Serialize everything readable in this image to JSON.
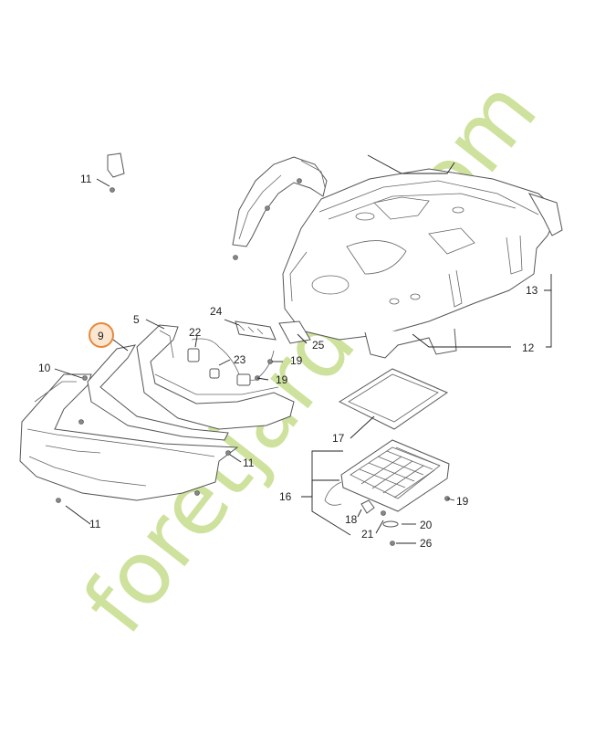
{
  "watermark": {
    "text": "foretjardin.com",
    "color_main": "#c6dd8e",
    "color_dot": "#f2c9a3"
  },
  "highlight": {
    "color": "#e8873a",
    "fill": "#fde6cf"
  },
  "callouts": {
    "c5": "5",
    "c9": "9",
    "c10": "10",
    "c11a": "11",
    "c11b": "11",
    "c11c": "11",
    "c12": "12",
    "c13": "13",
    "c16": "16",
    "c17": "17",
    "c18": "18",
    "c19a": "19",
    "c19b": "19",
    "c19c": "19",
    "c20": "20",
    "c21": "21",
    "c22": "22",
    "c23": "23",
    "c24": "24",
    "c25": "25",
    "c26": "26"
  }
}
